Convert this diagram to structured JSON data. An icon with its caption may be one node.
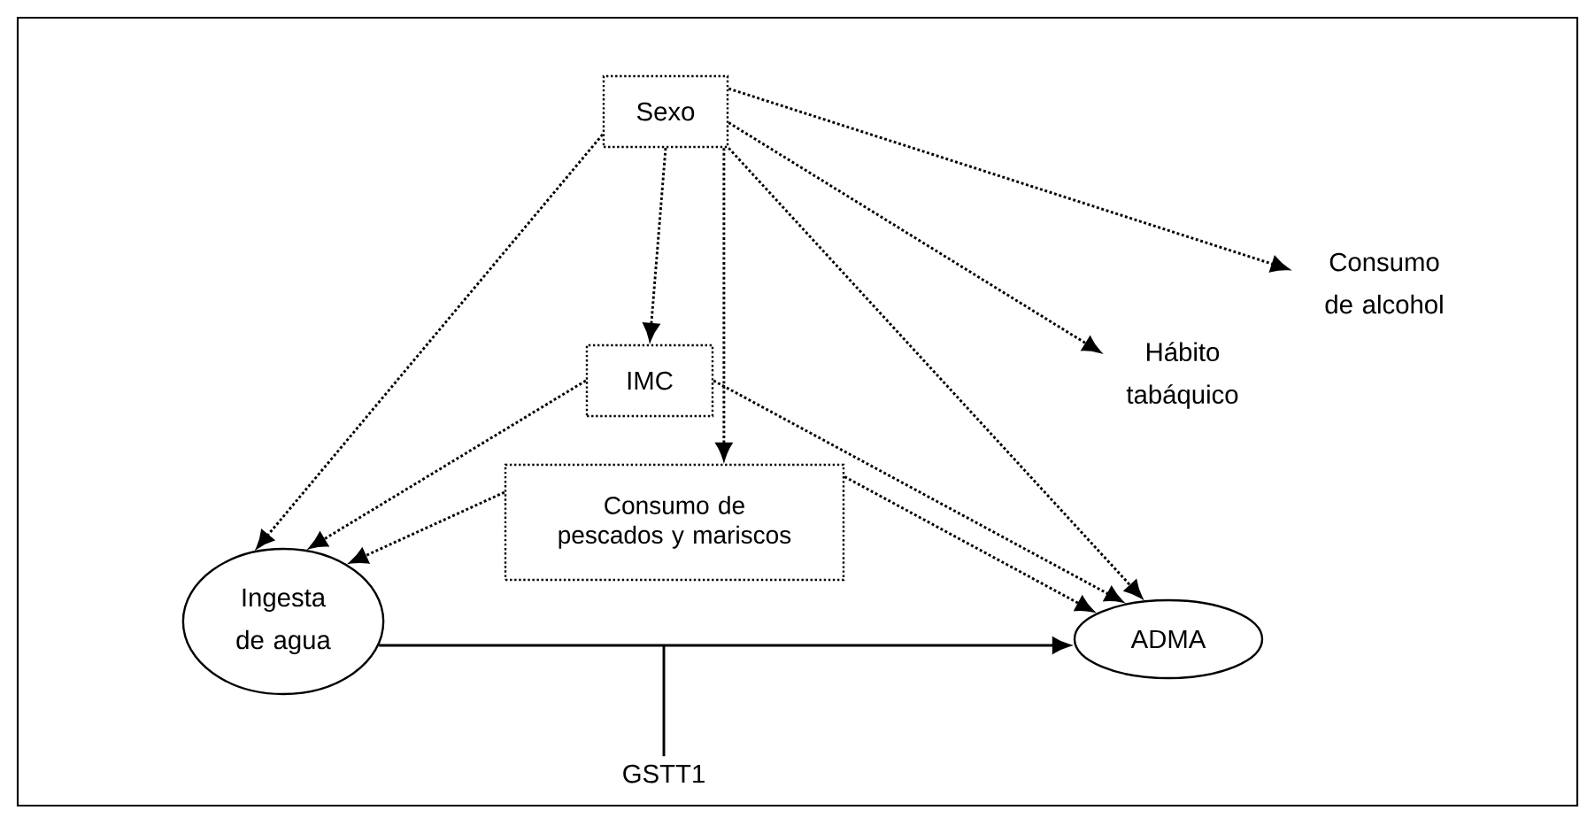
{
  "diagram": {
    "nodes": [
      {
        "text": [
          "Sexo"
        ]
      },
      {
        "text": [
          "IMC"
        ]
      },
      {
        "text": [
          "Consumo de pescados y mariscos"
        ]
      },
      {
        "text": [
          "Ingesta de agua"
        ]
      },
      {
        "text": [
          "ADMA"
        ]
      },
      {
        "text": [
          "Consumo de alcohol"
        ]
      },
      {
        "text": [
          "Hábito tabáquico"
        ]
      },
      {
        "text": [
          "GSTT1"
        ]
      }
    ],
    "edges": [
      {
        "from": 0,
        "to": 1,
        "arrow": "to",
        "style": "dashed"
      },
      {
        "from": 0,
        "to": 2,
        "arrow": "to",
        "style": "dashed"
      },
      {
        "from": 0,
        "to": 3,
        "arrow": "to",
        "style": "dashed"
      },
      {
        "from": 0,
        "to": 4,
        "arrow": "to",
        "style": "dashed"
      },
      {
        "from": 0,
        "to": 6,
        "arrow": "to",
        "style": "dashed"
      },
      {
        "from": 0,
        "to": 5,
        "arrow": "to",
        "style": "dashed"
      },
      {
        "from": 1,
        "to": 3,
        "arrow": "to",
        "style": "dashed"
      },
      {
        "from": 1,
        "to": 4,
        "arrow": "to",
        "style": "dashed"
      },
      {
        "from": 2,
        "to": 3,
        "arrow": "to",
        "style": "dashed"
      },
      {
        "from": 2,
        "to": 4,
        "arrow": "to",
        "style": "dashed"
      },
      {
        "from": 3,
        "to": 4,
        "arrow": "to"
      },
      {
        "from": 7,
        "to": null,
        "arrow": "none"
      }
    ]
  }
}
